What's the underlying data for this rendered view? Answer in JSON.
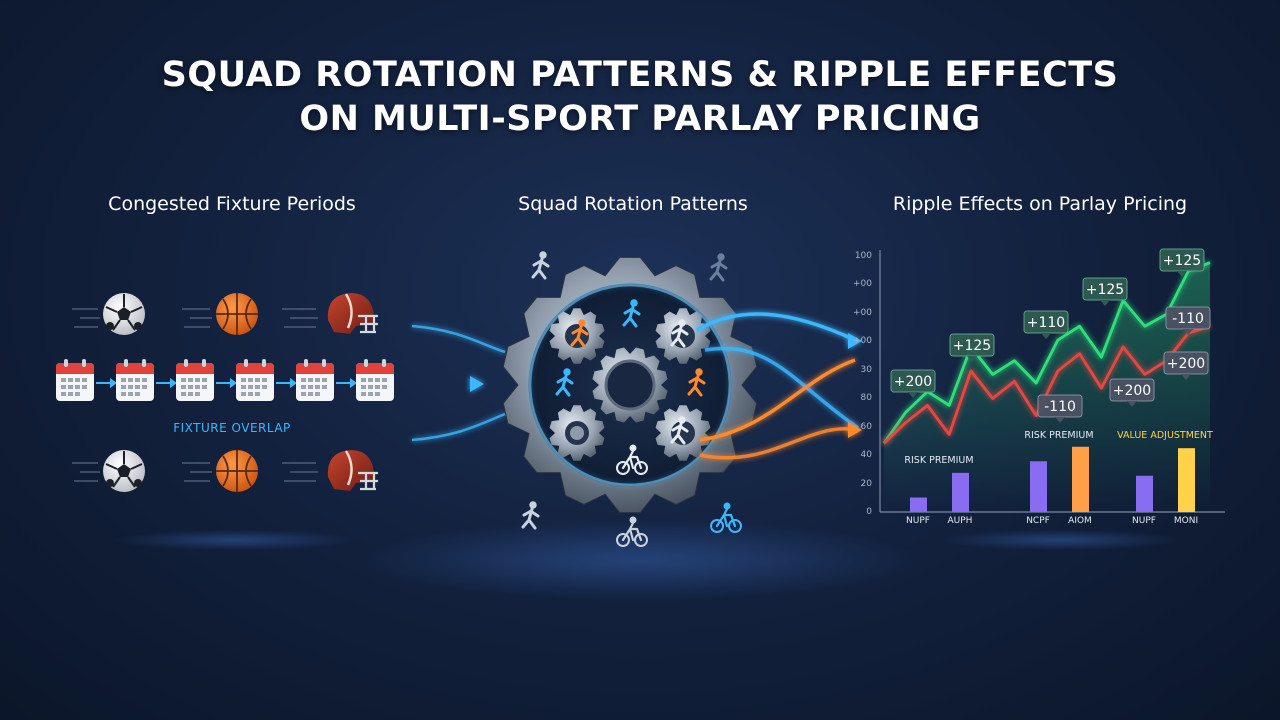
{
  "title": {
    "line1": "SQUAD ROTATION PATTERNS & RIPPLE EFFECTS",
    "line2": "ON MULTI-SPORT PARLAY PRICING"
  },
  "sections": {
    "fixtures": "Congested Fixture Periods",
    "rotation": "Squad Rotation Patterns",
    "ripple": "Ripple Effects on Parlay Pricing"
  },
  "fixture_overlap_label": "FIXTURE OVERLAP",
  "sports_icons": [
    "soccer-ball-icon",
    "basketball-icon",
    "football-helmet-icon"
  ],
  "colors": {
    "green_line": "#2ee07a",
    "red_line": "#e8473f",
    "blue_flow": "#3ab8ff",
    "orange_flow": "#ff8a2b",
    "purple_bar": "#8a6cf0",
    "orange_bar": "#ffa048",
    "yellow_bar": "#ffd24a",
    "value_label": "#ffd24a"
  },
  "chart_data": {
    "type": "line",
    "y_ticks": [
      "0",
      "20",
      "40",
      "60",
      "80",
      "30",
      "+00",
      "+00",
      "+00",
      "100"
    ],
    "series": [
      {
        "color_key": "green_line",
        "values": [
          40,
          58,
          70,
          62,
          96,
          80,
          88,
          75,
          100,
          108,
          90,
          123,
          108,
          115,
          140,
          145
        ]
      },
      {
        "color_key": "red_line",
        "values": [
          40,
          52,
          62,
          45,
          82,
          66,
          76,
          56,
          82,
          92,
          72,
          96,
          80,
          88,
          104,
          108
        ]
      }
    ],
    "odds_labels": [
      "+200",
      "+125",
      "+110",
      "-110",
      "+125",
      "+200",
      "+125",
      "-110",
      "+200"
    ],
    "bar_groups": [
      {
        "label": "RISK PREMIUM",
        "label_color_key": "",
        "bars": [
          {
            "name": "NUPF",
            "value": 10,
            "color_key": "purple_bar"
          },
          {
            "name": "AUPH",
            "value": 27,
            "color_key": "purple_bar"
          }
        ]
      },
      {
        "label": "RISK PREMIUM",
        "label_color_key": "",
        "bars": [
          {
            "name": "NCPF",
            "value": 35,
            "color_key": "purple_bar"
          },
          {
            "name": "AIOM",
            "value": 45,
            "color_key": "orange_bar"
          }
        ]
      },
      {
        "label": "VALUE ADJUSTMENT",
        "label_color_key": "value_label",
        "bars": [
          {
            "name": "NUPF",
            "value": 25,
            "color_key": "purple_bar"
          },
          {
            "name": "MONI",
            "value": 44,
            "color_key": "yellow_bar"
          }
        ]
      }
    ]
  }
}
